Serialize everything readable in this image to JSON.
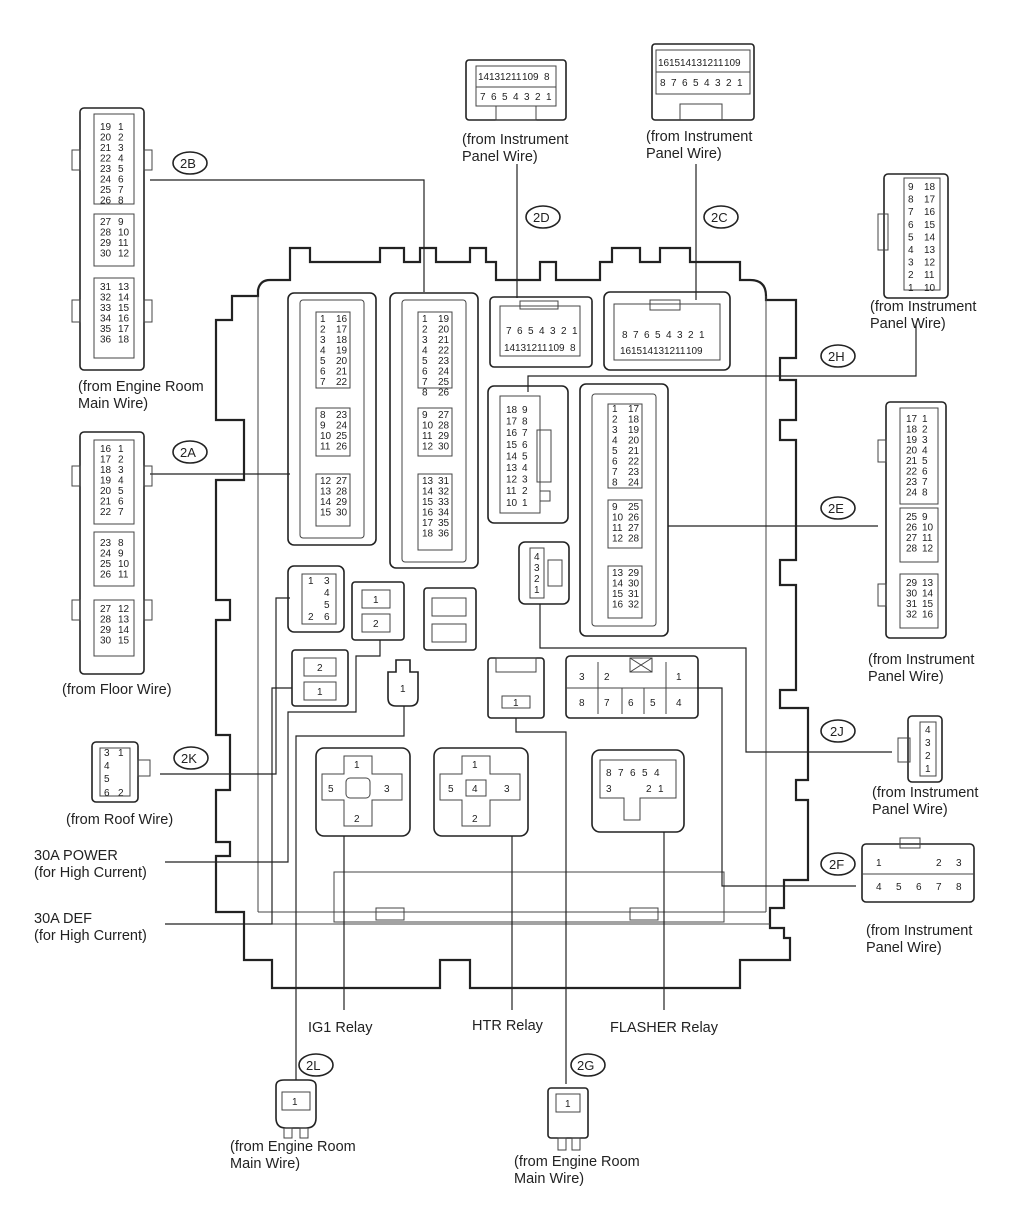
{
  "connectors": {
    "c2A": {
      "id": "2A",
      "from": "(from Floor Wire)"
    },
    "c2B": {
      "id": "2B",
      "from_line1": "(from Engine Room",
      "from_line2": "Main Wire)"
    },
    "c2C": {
      "id": "2C",
      "from_line1": "(from Instrument",
      "from_line2": "Panel Wire)"
    },
    "c2D": {
      "id": "2D",
      "from_line1": "(from Instrument",
      "from_line2": "Panel Wire)"
    },
    "c2E": {
      "id": "2E",
      "from_line1": "(from Instrument",
      "from_line2": "Panel Wire)"
    },
    "c2F": {
      "id": "2F",
      "from_line1": "(from Instrument",
      "from_line2": "Panel Wire)"
    },
    "c2G": {
      "id": "2G",
      "from_line1": "(from Engine Room",
      "from_line2": "Main Wire)"
    },
    "c2H": {
      "id": "2H",
      "from_line1": "(from Instrument",
      "from_line2": "Panel Wire)"
    },
    "c2J": {
      "id": "2J",
      "from_line1": "(from Instrument",
      "from_line2": "Panel Wire)"
    },
    "c2K": {
      "id": "2K",
      "from": "(from Roof Wire)"
    },
    "c2L": {
      "id": "2L",
      "from_line1": "(from Engine Room",
      "from_line2": "Main Wire)"
    }
  },
  "fuses": {
    "power_line1": "30A POWER",
    "power_line2": "(for High Current)",
    "def_line1": "30A DEF",
    "def_line2": "(for High Current)"
  },
  "relays": {
    "ig1": "IG1 Relay",
    "htr": "HTR Relay",
    "flasher": "FLASHER Relay"
  },
  "pin_rows": {
    "c2B_ext": [
      "19",
      "20",
      "21",
      "22",
      "23",
      "24",
      "25",
      "26",
      "27",
      "28",
      "29",
      "30",
      "31",
      "32",
      "33",
      "34",
      "35",
      "36"
    ],
    "c2B_ext_b": [
      "1",
      "2",
      "3",
      "4",
      "5",
      "6",
      "7",
      "8",
      "9",
      "10",
      "11",
      "12",
      "13",
      "14",
      "15",
      "16",
      "17",
      "18"
    ],
    "c2A_ext": [
      "16",
      "17",
      "18",
      "19",
      "20",
      "21",
      "22",
      "23",
      "24",
      "25",
      "26",
      "27",
      "28",
      "29",
      "30"
    ],
    "c2A_ext_b": [
      "1",
      "2",
      "3",
      "4",
      "5",
      "6",
      "7",
      "8",
      "9",
      "10",
      "11",
      "12",
      "13",
      "14",
      "15"
    ],
    "c2E_ext": [
      "17",
      "18",
      "19",
      "20",
      "21",
      "22",
      "23",
      "24",
      "25",
      "26",
      "27",
      "28",
      "29",
      "30",
      "31",
      "32"
    ],
    "c2E_ext_b": [
      "1",
      "2",
      "3",
      "4",
      "5",
      "6",
      "7",
      "8",
      "9",
      "10",
      "11",
      "12",
      "13",
      "14",
      "15",
      "16"
    ],
    "c2H_ext": [
      "9",
      "8",
      "7",
      "6",
      "5",
      "4",
      "3",
      "2",
      "1"
    ],
    "c2H_ext_b": [
      "18",
      "17",
      "16",
      "15",
      "14",
      "13",
      "12",
      "11",
      "10"
    ],
    "c2D_top": [
      "14",
      "13",
      "12",
      "11",
      "10",
      "9",
      "8"
    ],
    "c2D_bot": [
      "7",
      "6",
      "5",
      "4",
      "3",
      "2",
      "1"
    ],
    "c2C_top": [
      "16",
      "15",
      "14",
      "13",
      "12",
      "11",
      "10",
      "9"
    ],
    "c2C_bot": [
      "8",
      "7",
      "6",
      "5",
      "4",
      "3",
      "2",
      "1"
    ]
  }
}
